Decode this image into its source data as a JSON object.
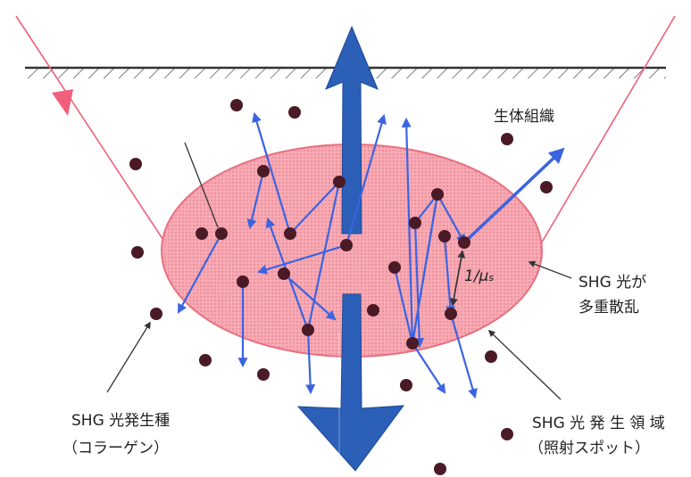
{
  "labels": {
    "tissue": "生体組織",
    "mu": "1/μ",
    "mu_sub": "s",
    "scatter_line1": "SHG 光が",
    "scatter_line2": "多重散乱",
    "source_line1": "SHG 光発生種",
    "source_line2": "（コラーゲン）",
    "region_line1": "SHG  光 発 生 領 域",
    "region_line2": "（照射スポット）"
  },
  "colors": {
    "laser": "#f0607a",
    "ellipse_fill": "#f7aab4",
    "ellipse_stroke": "#e8707f",
    "particle": "#4a1a26",
    "scatter_arrow": "#3b64e0",
    "big_arrow": "#2b5fb8",
    "surface": "#333333"
  },
  "icons": {
    "laser_beam": "laser-beam-icon",
    "big_arrow_up": "arrow-up-icon",
    "big_arrow_down": "arrow-down-icon"
  }
}
